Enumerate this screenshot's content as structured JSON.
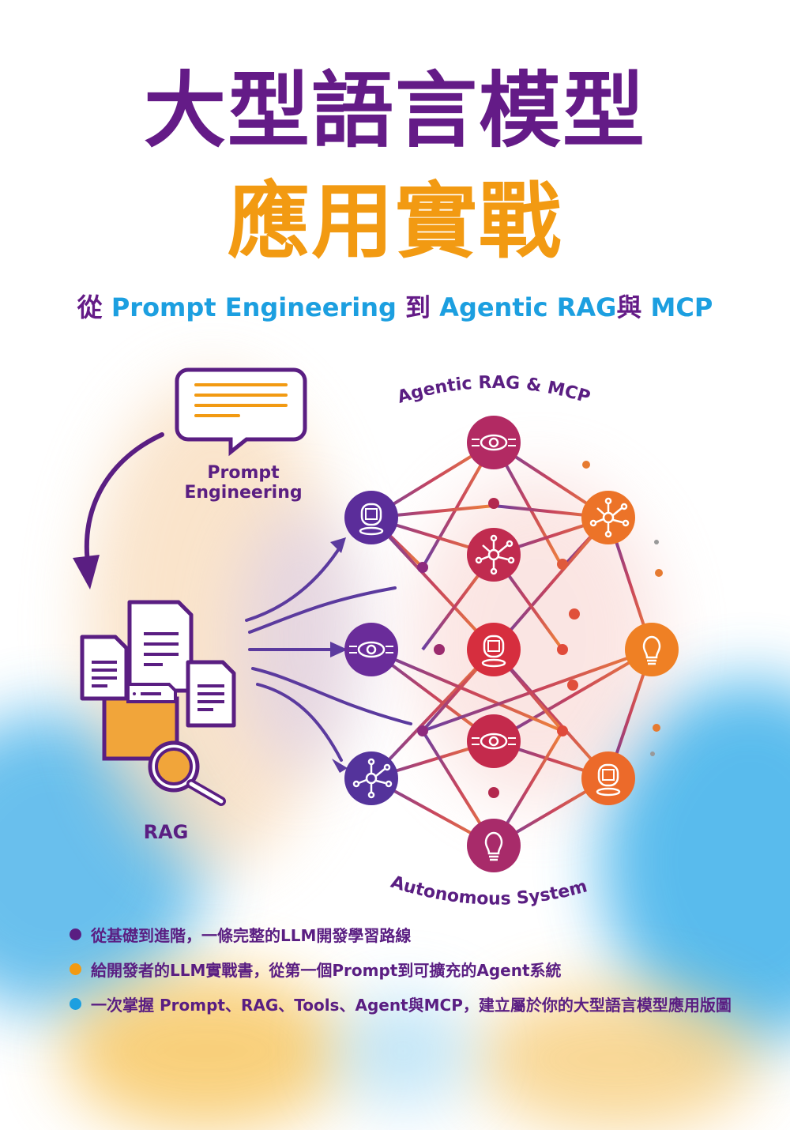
{
  "cover": {
    "title_line1": "大型語言模型",
    "title_line2": "應用實戰",
    "subtitle": {
      "from": "從",
      "prompt_engineering": "Prompt Engineering",
      "to": "到",
      "agentic": "Agentic RAG",
      "and": "與",
      "mcp": "MCP"
    },
    "colors": {
      "purple": "#641B87",
      "orange": "#F29A12",
      "blue": "#1C9FE0"
    }
  },
  "diagram": {
    "prompt_label_line1": "Prompt",
    "prompt_label_line2": "Engineering",
    "rag_label": "RAG",
    "network_top_label": "Agentic RAG & MCP",
    "network_bottom_label": "Autonomous System",
    "icons": [
      "speech-bubble-icon",
      "documents-icon",
      "folder-icon",
      "magnifier-icon",
      "ai-head-icon",
      "eye-circuit-icon",
      "network-hub-icon",
      "lightbulb-icon"
    ]
  },
  "bullets": [
    {
      "text": "從基礎到進階，一條完整的LLM開發學習路線",
      "color": "#5A1E82"
    },
    {
      "text": "給開發者的LLM實戰書，從第一個Prompt到可擴充的Agent系統",
      "color": "#F29A12"
    },
    {
      "text": "一次掌握 Prompt、RAG、Tools、Agent與MCP，建立屬於你的大型語言模型應用版圖",
      "color": "#1C9FE0"
    }
  ]
}
